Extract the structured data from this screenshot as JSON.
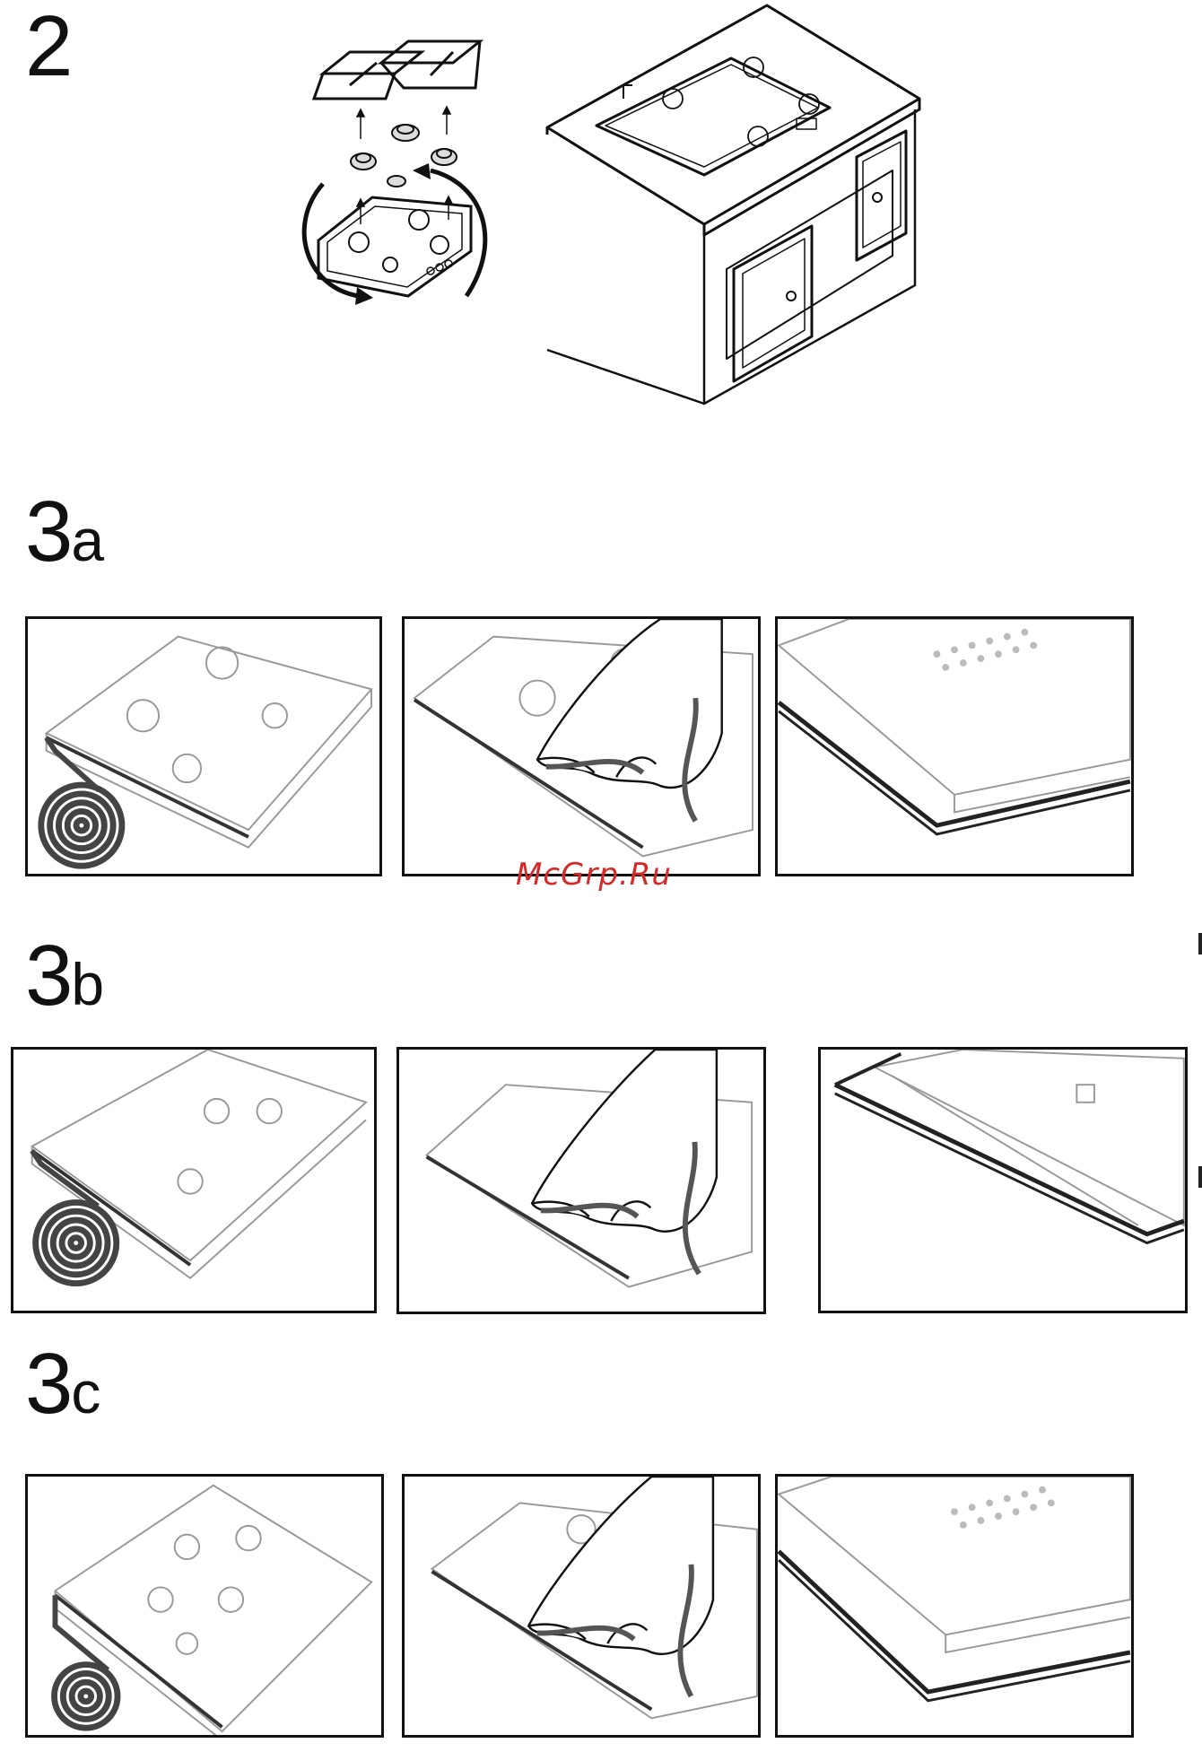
{
  "step2": {
    "label": "2"
  },
  "step3a": {
    "num": "3",
    "sub": "a"
  },
  "step3b": {
    "num": "3",
    "sub": "b"
  },
  "step3c": {
    "num": "3",
    "sub": "c"
  },
  "watermark": "McGrp.Ru",
  "colors": {
    "line": "#111111",
    "gasket": "#555555",
    "watermark": "#d42a2a"
  },
  "icons": {
    "rotate_arrows": "rotate-arrows-icon",
    "up_arrow": "up-arrow-icon"
  }
}
